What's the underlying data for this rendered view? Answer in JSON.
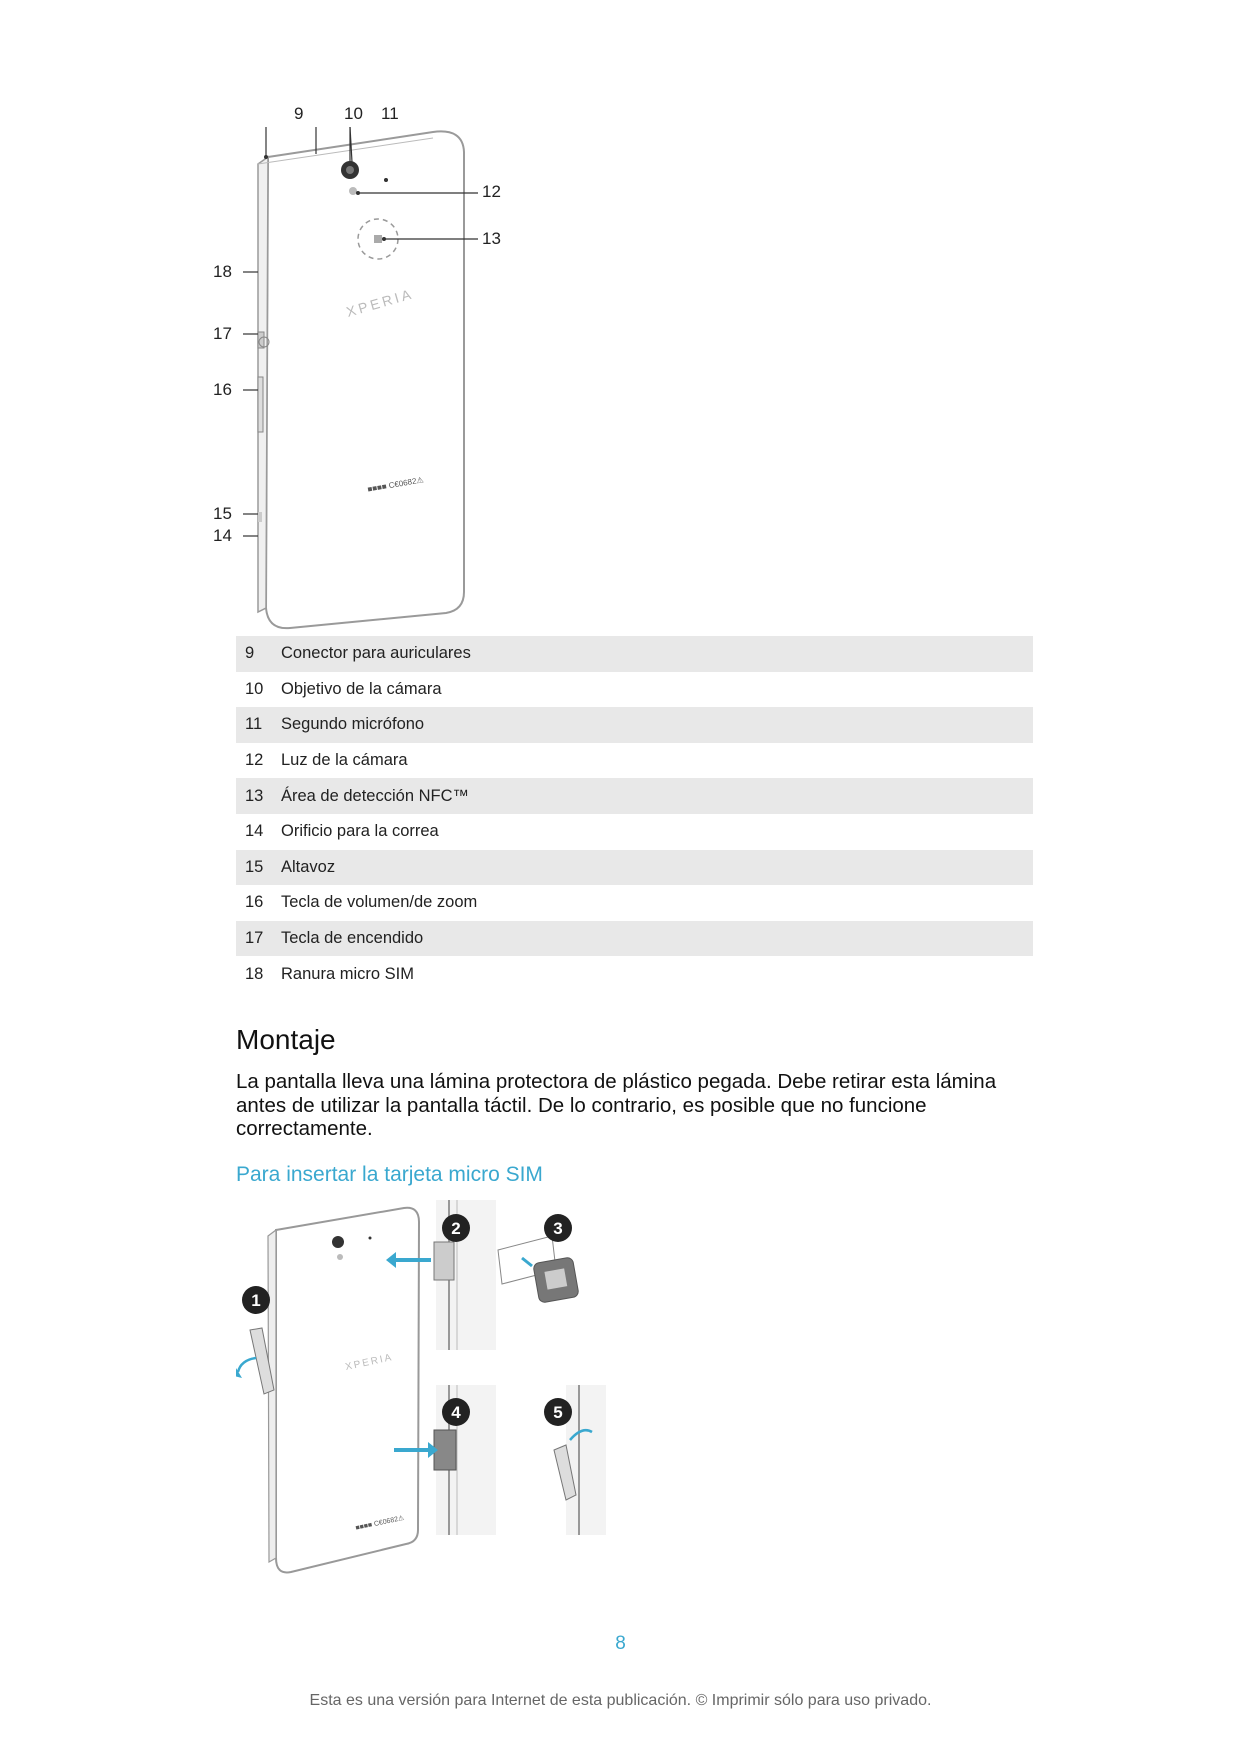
{
  "figure_top": {
    "callouts": [
      "9",
      "10",
      "11",
      "12",
      "13",
      "18",
      "17",
      "16",
      "15",
      "14"
    ],
    "logo_text": "XPERIA"
  },
  "parts": [
    {
      "num": "9",
      "label": "Conector para auriculares"
    },
    {
      "num": "10",
      "label": "Objetivo de la cámara"
    },
    {
      "num": "11",
      "label": "Segundo micrófono"
    },
    {
      "num": "12",
      "label": "Luz de la cámara"
    },
    {
      "num": "13",
      "label": "Área de detección NFC™"
    },
    {
      "num": "14",
      "label": "Orificio para la correa"
    },
    {
      "num": "15",
      "label": "Altavoz"
    },
    {
      "num": "16",
      "label": "Tecla de volumen/de zoom"
    },
    {
      "num": "17",
      "label": "Tecla de encendido"
    },
    {
      "num": "18",
      "label": "Ranura micro SIM"
    }
  ],
  "section": {
    "heading": "Montaje",
    "body": "La pantalla lleva una lámina protectora de plástico pegada. Debe retirar esta lámina antes de utilizar la pantalla táctil. De lo contrario, es posible que no funcione correctamente.",
    "subheading": "Para insertar la tarjeta micro SIM"
  },
  "figure_sim": {
    "steps": [
      "1",
      "2",
      "3",
      "4",
      "5"
    ],
    "logo_text": "XPERIA"
  },
  "page_number": "8",
  "footer": "Esta es una versión para Internet de esta publicación. © Imprimir sólo para uso privado.",
  "colors": {
    "accent": "#3aa8cf",
    "row_shade": "#e8e8e8"
  }
}
